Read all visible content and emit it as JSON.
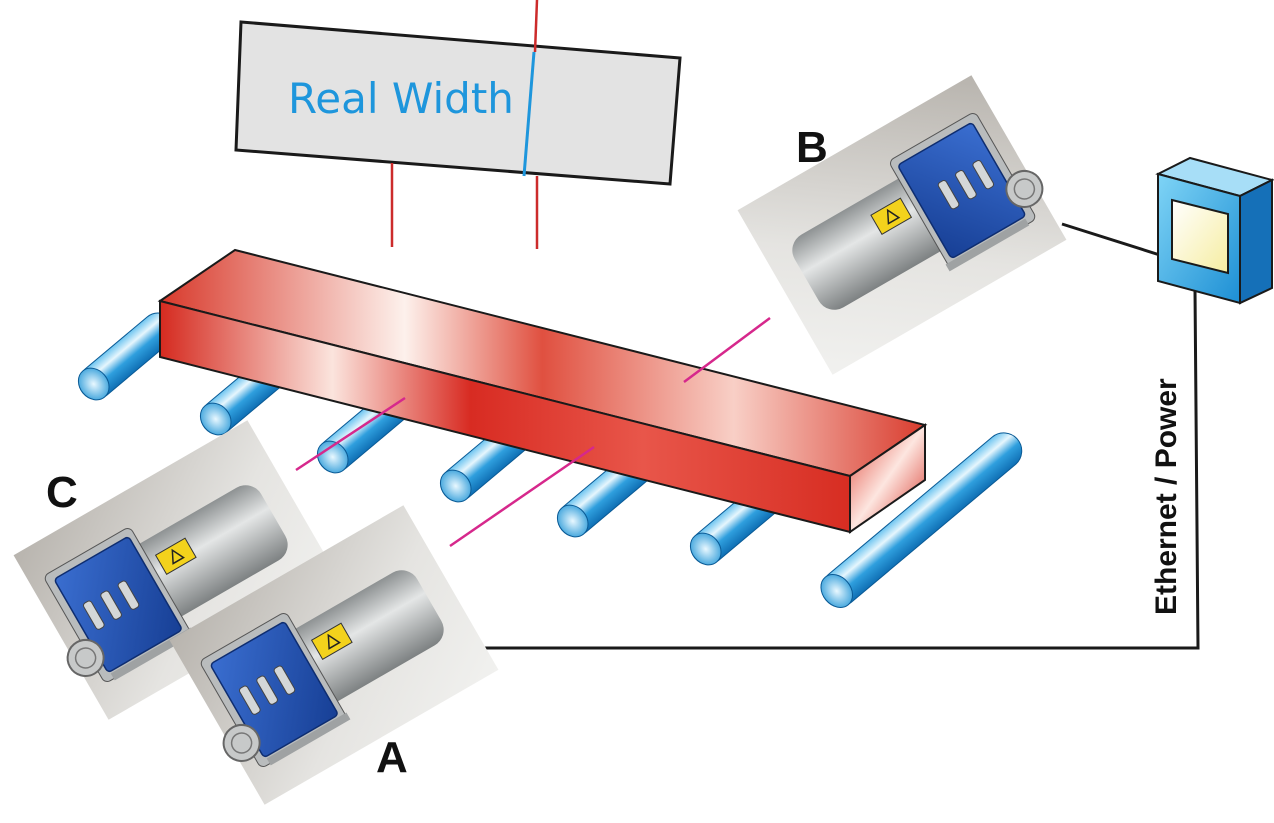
{
  "display": {
    "text": "Real Width"
  },
  "labels": {
    "a": "A",
    "b": "B",
    "c": "C"
  },
  "cable": {
    "text": "Ethernet / Power"
  },
  "colors": {
    "slab": "#d93a2c",
    "slab_light": "#fbe1da",
    "roller": "#2fa0de",
    "roller_light": "#dff3fc",
    "laser_line": "#d6288c",
    "measure_line": "#cc2b2b",
    "display_text": "#1e96dc",
    "sensor_body": "#1d4fb0",
    "sensor_housing": "#b5b8b9",
    "photo_bg": "#c3c1bd"
  },
  "icons": {
    "sensor": "laser-sensor-icon",
    "display": "display-panel-icon",
    "controller": "controller-box-icon"
  }
}
